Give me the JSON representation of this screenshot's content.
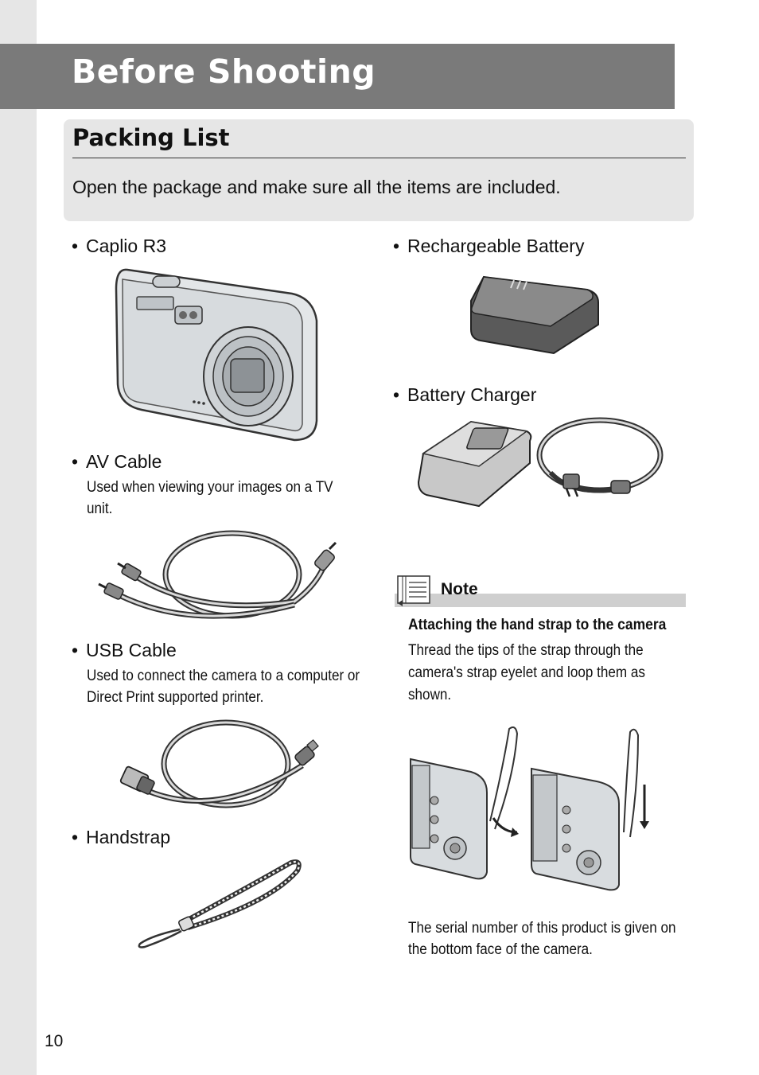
{
  "chapter": {
    "title": "Before Shooting"
  },
  "section": {
    "title": "Packing List",
    "intro": "Open the package and make sure all the items are included."
  },
  "items": {
    "camera": {
      "label": "Caplio R3"
    },
    "av_cable": {
      "label": "AV Cable",
      "desc": "Used when viewing your images on a TV unit."
    },
    "usb_cable": {
      "label": "USB Cable",
      "desc": "Used to connect the camera to a computer or Direct Print supported printer."
    },
    "handstrap": {
      "label": "Handstrap"
    },
    "battery": {
      "label": "Rechargeable Battery"
    },
    "charger": {
      "label": "Battery Charger"
    }
  },
  "note": {
    "label": "Note",
    "heading": "Attaching the hand strap to the camera",
    "body": "Thread the tips of the strap through the camera's strap eyelet and loop them as shown."
  },
  "serial_note": "The serial number of this product is given on the bottom face of the camera.",
  "page": {
    "number": "10"
  }
}
